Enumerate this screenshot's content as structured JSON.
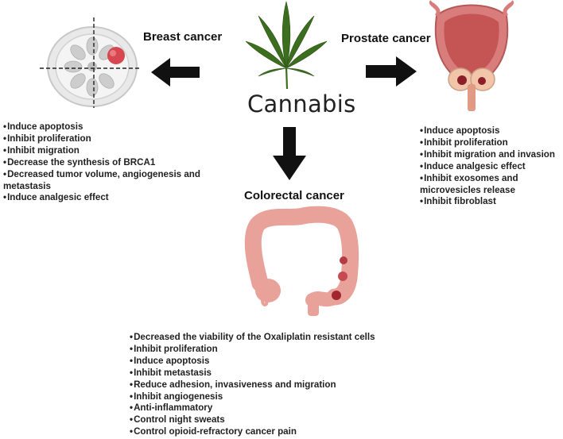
{
  "center": {
    "title": "Cannabis"
  },
  "breast": {
    "heading": "Breast cancer",
    "effects": [
      "Induce apoptosis",
      "Inhibit proliferation",
      "Inhibit migration",
      "Decrease the synthesis of BRCA1",
      "Decreased tumor volume,  angiogenesis and metastasis",
      "Induce analgesic effect"
    ]
  },
  "prostate": {
    "heading": "Prostate cancer",
    "effects": [
      "Induce apoptosis",
      "Inhibit proliferation",
      "Inhibit migration and invasion",
      "Induce analgesic effect",
      "Inhibit exosomes and microvesicles release",
      "Inhibit fibroblast"
    ]
  },
  "colorectal": {
    "heading": "Colorectal cancer",
    "effects": [
      "Decreased the viability of the Oxaliplatin resistant cells",
      "Inhibit proliferation",
      "Induce apoptosis",
      "Inhibit metastasis",
      "Reduce adhesion, invasiveness and migration",
      "Inhibit angiogenesis",
      "Anti-inflammatory",
      "Control night sweats",
      "Control opioid-refractory cancer pain"
    ]
  }
}
